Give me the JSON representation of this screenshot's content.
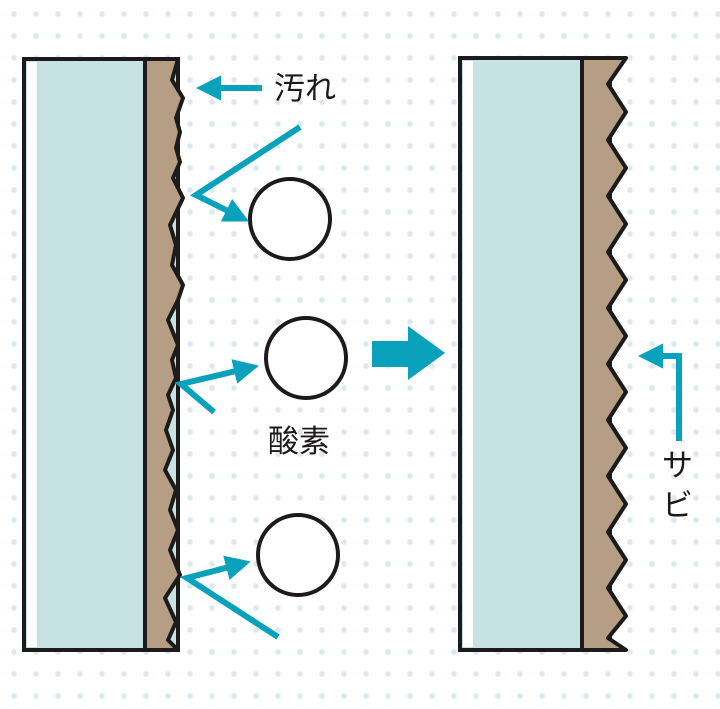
{
  "labels": {
    "dirt": "汚れ",
    "oxygen": "酸素",
    "rust": "サビ"
  },
  "colors": {
    "background_dot": "#dce9ef",
    "metal_fill": "#c6e2e3",
    "coating_fill": "#b59e83",
    "outline": "#1c1a1a",
    "arrow": "#0aa1bc"
  }
}
